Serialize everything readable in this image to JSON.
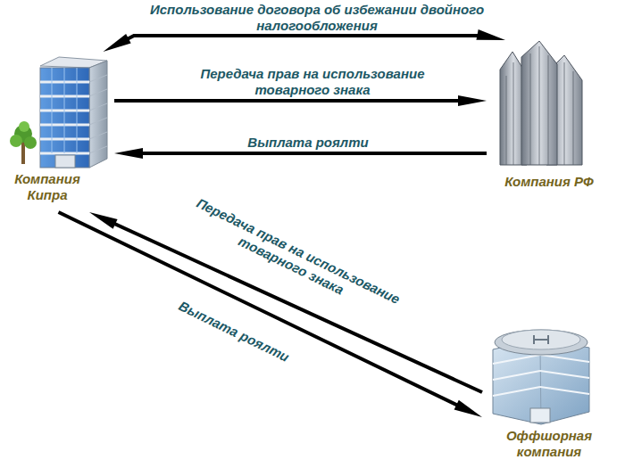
{
  "diagram": {
    "nodes": [
      {
        "text": [
          "Компания Кипра"
        ]
      },
      {
        "text": [
          "Компания РФ"
        ]
      },
      {
        "text": [
          "Оффшорная компания"
        ]
      }
    ],
    "edges": [
      {
        "from": 0,
        "to": 1,
        "arrow": "both",
        "label": "Использование договора об избежании двойного налогообложения"
      },
      {
        "from": 0,
        "to": 1,
        "arrow": "to",
        "label": "Передача прав на использование товарного знака"
      },
      {
        "from": 1,
        "to": 0,
        "arrow": "to",
        "label": "Выплата роялти"
      },
      {
        "from": 2,
        "to": 0,
        "arrow": "to",
        "label": "Передача прав на использование товарного знака"
      },
      {
        "from": 0,
        "to": 2,
        "arrow": "to",
        "label": "Выплата роялти"
      }
    ]
  }
}
